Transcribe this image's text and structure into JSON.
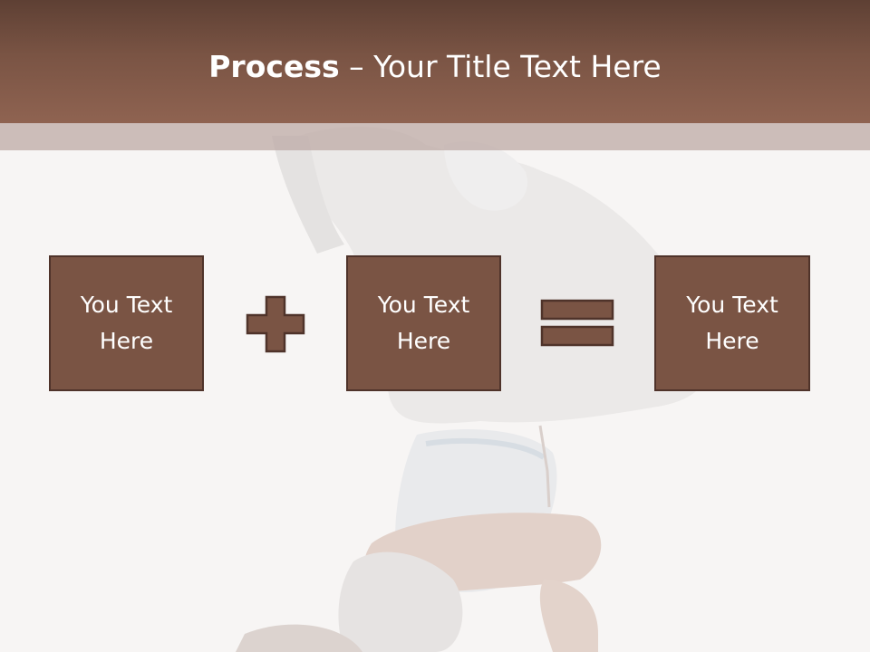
{
  "slide": {
    "title_bold": "Process",
    "title_rest": " – Your Title Text Here",
    "colors": {
      "header": "#7a5444",
      "box_fill": "#7a5444",
      "box_border": "#4f332a",
      "text": "#ffffff"
    }
  },
  "process": {
    "boxes": [
      {
        "label": "You Text Here"
      },
      {
        "label": "You Text Here"
      },
      {
        "label": "You Text Here"
      }
    ],
    "operators": [
      "plus-icon",
      "equals-icon"
    ]
  }
}
